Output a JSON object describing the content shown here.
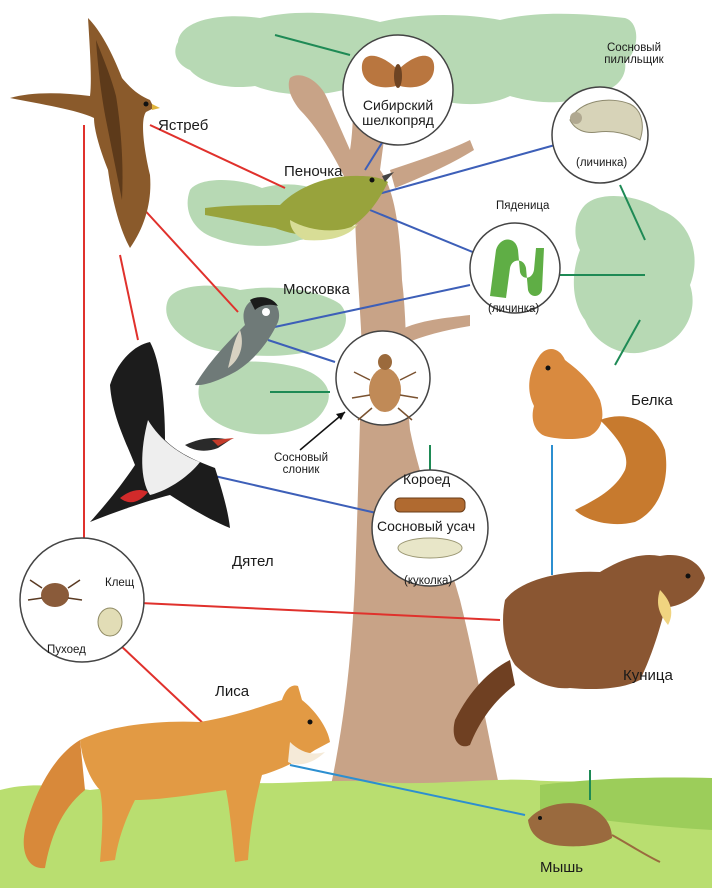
{
  "labels": {
    "hawk": "Ястреб",
    "warbler": "Пеночка",
    "coal_tit": "Московка",
    "woodpecker": "Дятел",
    "squirrel": "Белка",
    "marten": "Куница",
    "fox": "Лиса",
    "mouse": "Мышь",
    "siberian_moth": [
      "Сибирский",
      "шелкопряд"
    ],
    "sawfly": [
      "Сосновый",
      "пилильщик"
    ],
    "sawfly_stage": "(личинка)",
    "geometrid": "Пяденица",
    "geometrid_stage": "(личинка)",
    "weevil": [
      "Сосновый",
      "слоник"
    ],
    "bark_beetle": "Короед",
    "longhorn": "Сосновый усач",
    "longhorn_stage": "(куколка)",
    "tick": "Клещ",
    "louse": "Пухоед"
  },
  "colors": {
    "predation_link": "#e0312c",
    "insect_link": "#3d5fb8",
    "plant_link": "#1e8a55",
    "marten_link": "#2c8fd0",
    "foliage": "#b7d9b4",
    "trunk": "#c8a387",
    "grass": "#b9de70"
  },
  "icons": {
    "hawk": "hawk-illustration",
    "warbler": "warbler-illustration",
    "coal_tit": "coal-tit-illustration",
    "woodpecker": "woodpecker-illustration",
    "squirrel": "squirrel-illustration",
    "marten": "marten-illustration",
    "fox": "fox-illustration",
    "mouse": "mouse-illustration",
    "moth": "moth-illustration",
    "larva": "larva-illustration",
    "caterpillar": "caterpillar-illustration",
    "weevil": "weevil-illustration",
    "beetles": "beetles-illustration",
    "parasites": "parasites-illustration"
  }
}
